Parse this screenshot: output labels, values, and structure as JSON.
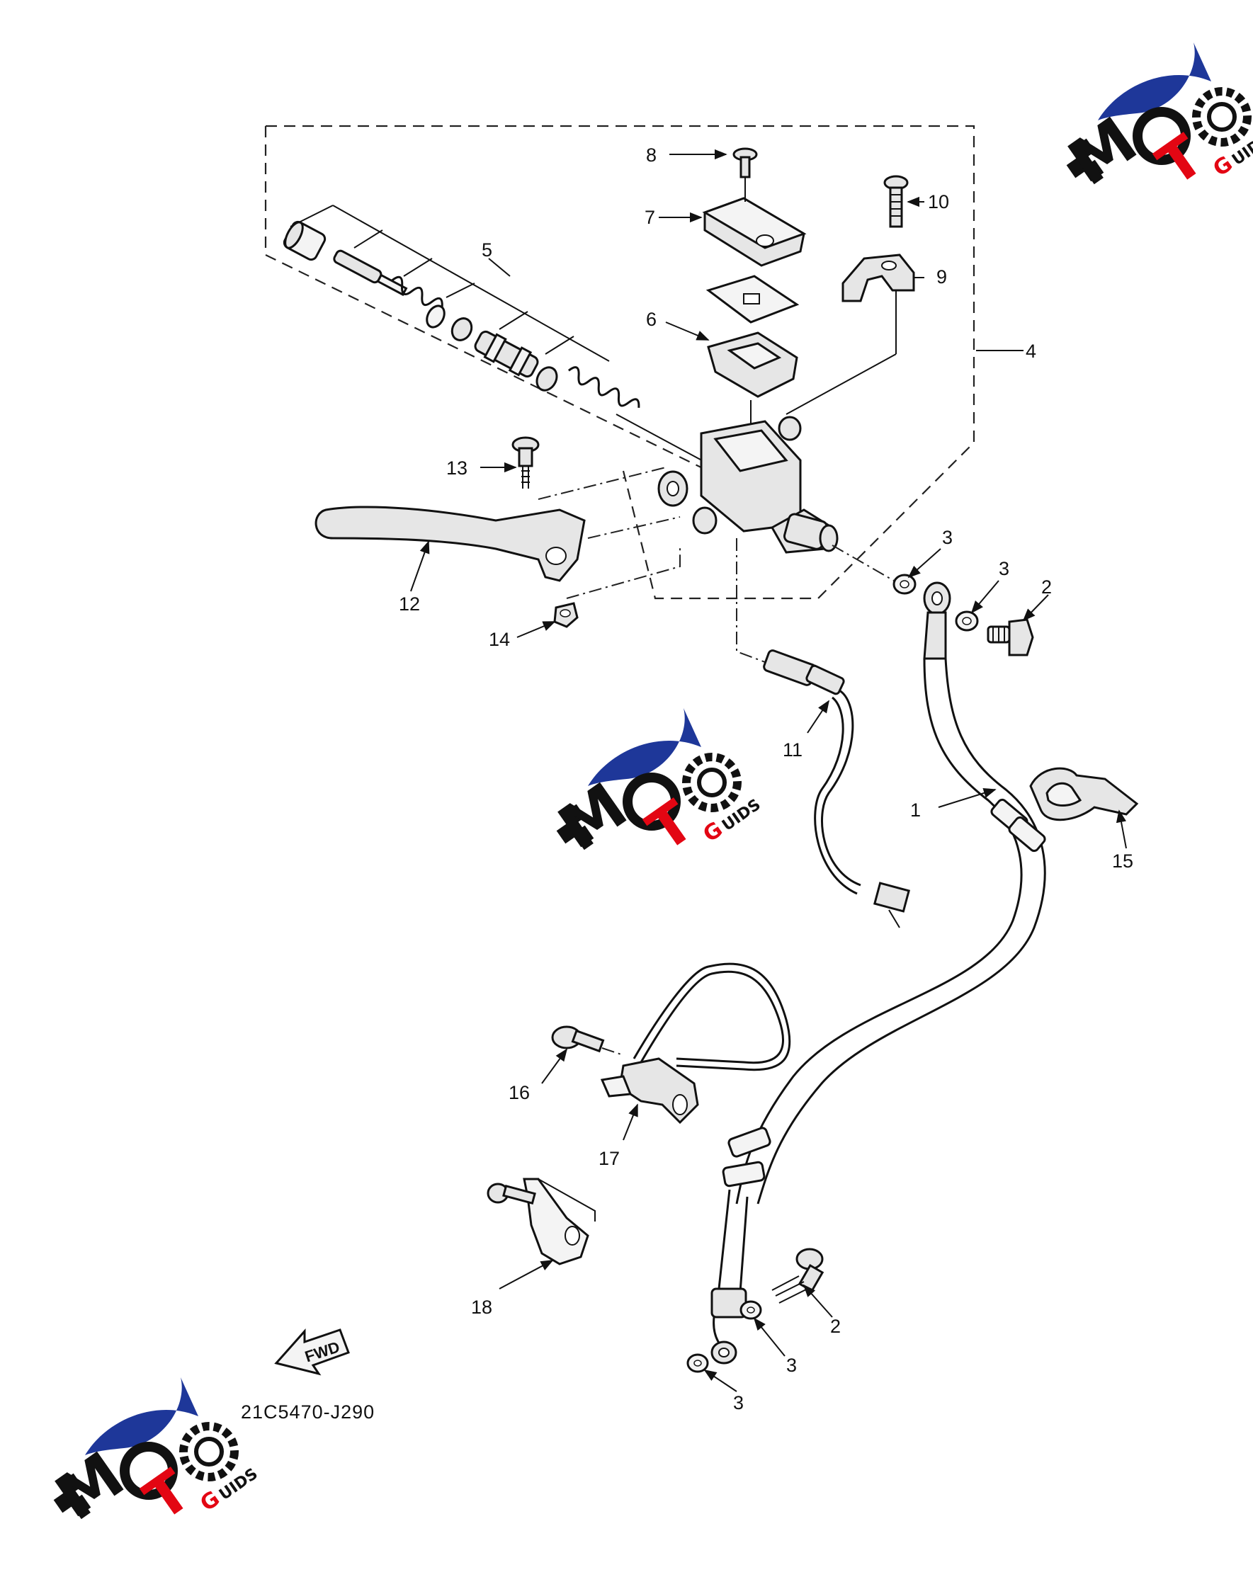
{
  "diagram": {
    "part_labels": [
      "1",
      "2",
      "2",
      "3",
      "3",
      "3",
      "3",
      "4",
      "5",
      "6",
      "7",
      "8",
      "9",
      "10",
      "11",
      "12",
      "13",
      "14",
      "15",
      "16",
      "17",
      "18"
    ],
    "drawing_code": "21C5470-J290",
    "fwd_arrow_text": "FWD"
  },
  "watermark": {
    "brand_main": "MOTO",
    "brand_sub": "GUIDS",
    "colors": {
      "swoosh": "#1e3799",
      "red": "#e30613",
      "black": "#111111"
    }
  }
}
